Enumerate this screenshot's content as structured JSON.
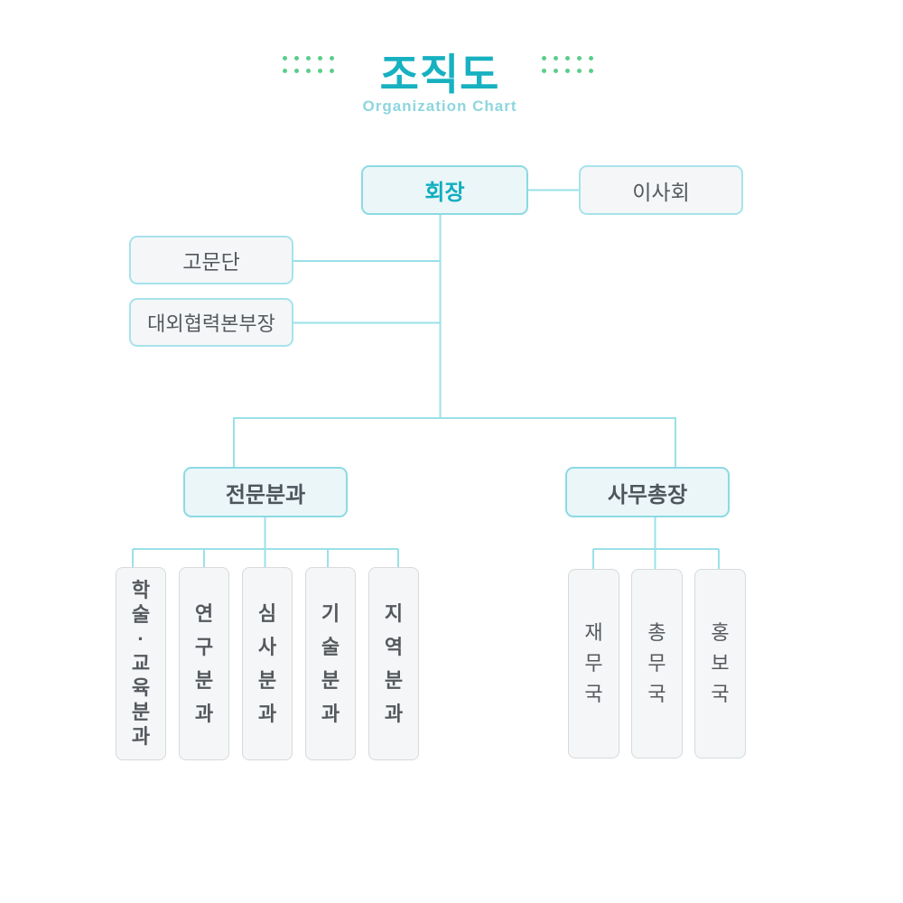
{
  "header": {
    "title": "조직도",
    "subtitle": "Organization Chart"
  },
  "org": {
    "chairman": "회장",
    "board": "이사회",
    "advisory": "고문단",
    "external_cooperation": "대외협력본부장",
    "professional_division": "전문분과",
    "secretary_general": "사무총장",
    "division_children": [
      "학술·교육분과",
      "연구분과",
      "심사분과",
      "기술분과",
      "지역분과"
    ],
    "secretary_children": [
      "재무국",
      "총무국",
      "홍보국"
    ]
  },
  "colors": {
    "accent_teal": "#17b1c1",
    "subtitle_teal": "#8ed6de",
    "line_teal": "#9be0e8",
    "teal_box_border": "#8cdae3",
    "teal_box_bg": "#eaf6f8",
    "gray_box_bg": "#f4f6f7",
    "gray_box_border": "#d7dadc",
    "dark_text": "#54595e",
    "dot_green": "#5ccd8b"
  }
}
